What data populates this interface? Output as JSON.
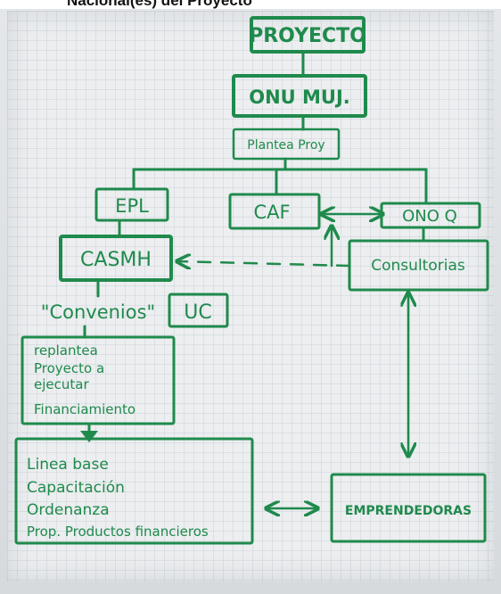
{
  "header": {
    "cropped_title": "Nacional(es) del Proyecto"
  },
  "colors": {
    "ink": "#1f8a4c",
    "paper": "#eceef0"
  },
  "nodes": {
    "proyecto": "PROYECTO",
    "onu_muj": "ONU MUJ.",
    "plantea_proy": "Plantea Proy",
    "epl": "EPL",
    "caf": "CAF",
    "ono": "ONO Q",
    "casmh": "CASMH",
    "consultorias": "Consultorias",
    "convenios": "\"Convenios\"",
    "uc": "UC",
    "replantea_lines": [
      "replantea",
      "Proyecto a",
      "ejecutar",
      "Financiamiento"
    ],
    "linea_lines": [
      "Linea base",
      "Capacitación",
      "Ordenanza",
      "Prop. Productos financieros"
    ],
    "emprendedoras": "EMPRENDEDORAS"
  }
}
